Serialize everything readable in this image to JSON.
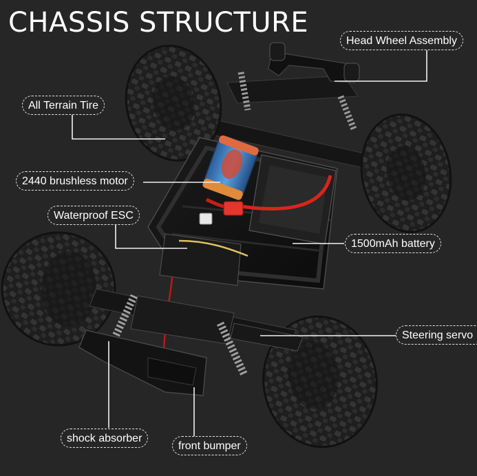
{
  "title": "CHASSIS STRUCTURE",
  "labels": {
    "head_wheel_assembly": "Head Wheel Assembly",
    "all_terrain_tire": "All Terrain Tire",
    "brushless_motor": "2440 brushless motor",
    "waterproof_esc": "Waterproof ESC",
    "battery": "1500mAh battery",
    "steering_servo": "Steering servo",
    "shock_absorber": "shock absorber",
    "front_bumper": "front bumper"
  },
  "colors": {
    "background": "#262626",
    "tire": "#1f1f1f",
    "chassis": "#141414",
    "motor_can": "#3f7dc0",
    "motor_bell": "#e0663a",
    "wire_red": "#d7261d",
    "text": "#ffffff"
  }
}
